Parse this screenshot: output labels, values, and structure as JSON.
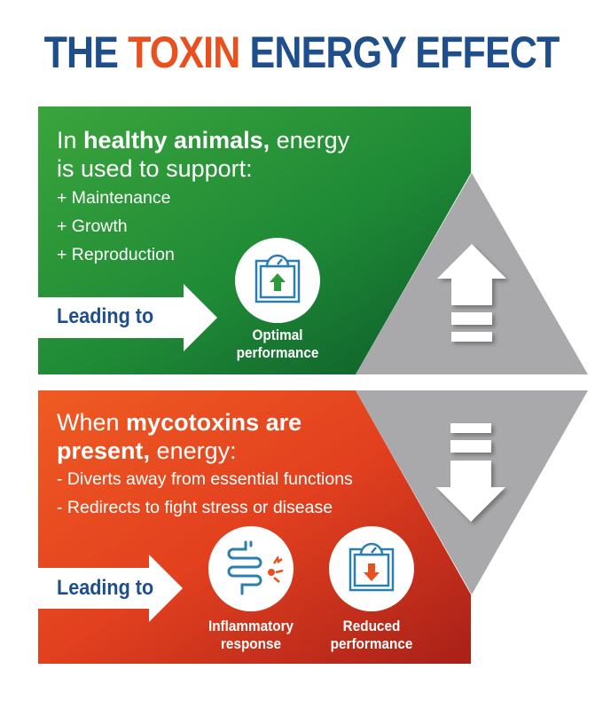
{
  "title": {
    "part1": "THE ",
    "highlight": "TOXIN",
    "part2": " ENERGY EFFECT"
  },
  "healthy": {
    "heading_pre": "In ",
    "heading_bold": "healthy animals,",
    "heading_post": " energy is used to support:",
    "items": [
      "+ Maintenance",
      "+ Growth",
      "+ Reproduction"
    ],
    "leading_label": "Leading to",
    "outcome": "Optimal performance",
    "icon": "scale-up-icon"
  },
  "mycotoxins": {
    "heading_pre": "When ",
    "heading_bold": "mycotoxins are present,",
    "heading_post": " energy:",
    "items": [
      "- Diverts away from essential functions",
      "- Redirects to fight stress or disease"
    ],
    "leading_label": "Leading to",
    "outcomes": [
      "Inflammatory response",
      "Reduced performance"
    ],
    "icons": [
      "intestine-inflammation-icon",
      "scale-down-icon"
    ]
  },
  "colors": {
    "green": "#2a8f3a",
    "red": "#e8401e",
    "gray": "#a9a9ab",
    "navy": "#1f4e8c",
    "orange": "#e8501e"
  }
}
